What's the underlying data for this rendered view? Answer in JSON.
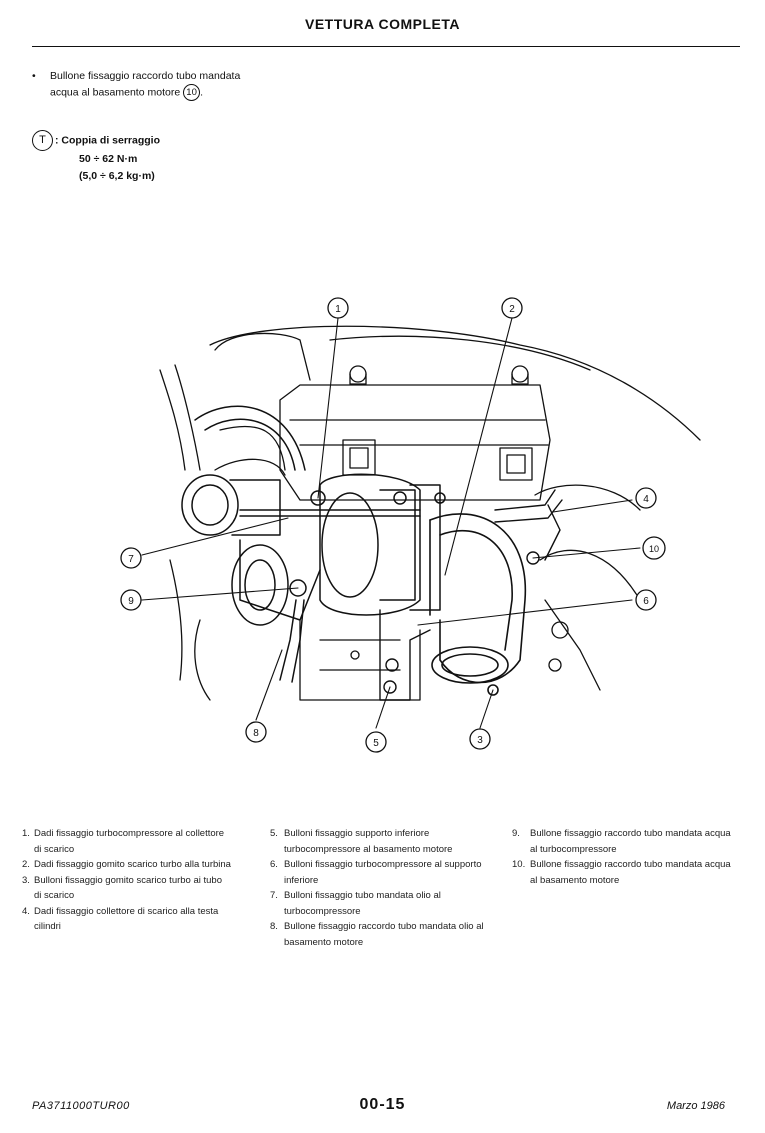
{
  "header": {
    "title": "VETTURA COMPLETA"
  },
  "note": {
    "bullet": "•",
    "text": "Bullone fissaggio raccordo tubo mandata acqua al basamento motore",
    "ref": "10",
    "end": "."
  },
  "torque": {
    "icon_letter": "T",
    "label": ": Coppia di serraggio",
    "value_nm": "50 ÷ 62 N·m",
    "value_kgm": "(5,0 ÷ 6,2 kg·m)"
  },
  "callouts": [
    "1",
    "2",
    "3",
    "4",
    "5",
    "6",
    "7",
    "8",
    "9",
    "10"
  ],
  "legend": {
    "col1": [
      {
        "num": "1.",
        "text": "Dadi fissaggio turbocompressore al collettore di scarico"
      },
      {
        "num": "2.",
        "text": "Dadi fissaggio gomito scarico turbo alla turbina"
      },
      {
        "num": "3.",
        "text": "Bulloni fissaggio gomito scarico turbo ai tubo di scarico"
      },
      {
        "num": "4.",
        "text": "Dadi fissaggio collettore di scarico alla testa cilindri"
      }
    ],
    "col2": [
      {
        "num": "5.",
        "text": "Bulloni fissaggio supporto inferiore turbocompressore al basamento motore"
      },
      {
        "num": "6.",
        "text": "Bulloni fissaggio turbocompressore al supporto inferiore"
      },
      {
        "num": "7.",
        "text": "Bulloni fissaggio tubo mandata olio al turbocompressore"
      },
      {
        "num": "8.",
        "text": "Bullone fissaggio raccordo tubo mandata olio al basamento motore"
      }
    ],
    "col3": [
      {
        "num": "9.",
        "text": "Bullone fissaggio raccordo tubo mandata acqua al turbocompressore"
      },
      {
        "num": "10.",
        "text": "Bullone fissaggio raccordo tubo mandata acqua al basamento motore"
      }
    ]
  },
  "footer": {
    "code": "PA3711000TUR00",
    "page": "00-15",
    "date": "Marzo 1986"
  }
}
